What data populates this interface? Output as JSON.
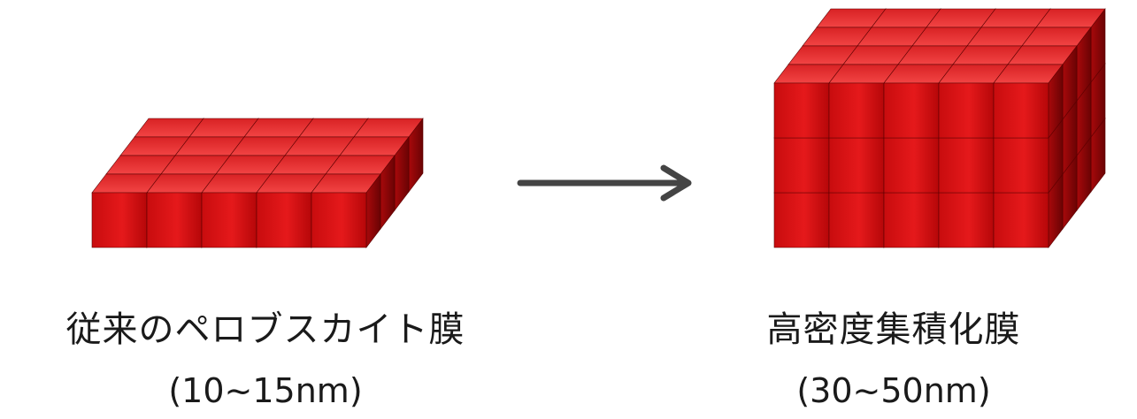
{
  "left_film": {
    "title": "従来のペロブスカイト膜",
    "thickness": "(10~15nm)",
    "layers": 1,
    "columns": 5,
    "rows": 4
  },
  "right_film": {
    "title": "高密度集積化膜",
    "thickness": "(30~50nm)",
    "layers": 3,
    "columns": 5,
    "rows": 4
  },
  "colors": {
    "cube_front": "#d81214",
    "cube_top": "#f03a3a",
    "cube_side": "#9a0808",
    "arrow": "#444444"
  }
}
